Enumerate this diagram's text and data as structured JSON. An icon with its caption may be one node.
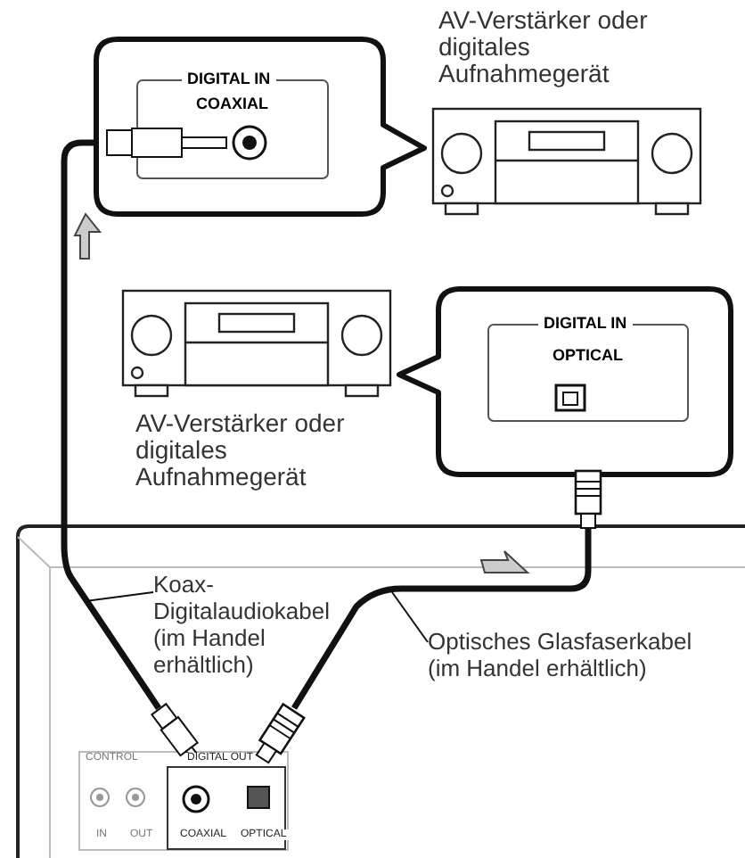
{
  "diagram": {
    "nodes": [
      {
        "text": [
          "DIGITAL IN",
          "COAXIAL"
        ]
      },
      {
        "text": [
          "AV-Verstärker oder digitales Aufnahmegerät"
        ]
      },
      {
        "text": [
          "AV-Verstärker oder digitales Aufnahmegerät"
        ]
      },
      {
        "text": [
          "DIGITAL IN",
          "OPTICAL"
        ]
      },
      {
        "text": [
          "CONTROL",
          "IN",
          "OUT",
          "DIGITAL OUT",
          "COAXIAL",
          "OPTICAL"
        ]
      },
      {
        "text": [
          "Koax-Digitalaudiokabel (im Handel erhältlich)"
        ]
      },
      {
        "text": [
          "Optisches Glasfaserkabel (im Handel erhältlich)"
        ]
      }
    ],
    "edges": [
      {
        "from": 4,
        "to": 0,
        "arrow": "none",
        "style": "thick"
      },
      {
        "from": 4,
        "to": 3,
        "arrow": "none",
        "style": "thick"
      },
      {
        "from": 5,
        "to": null,
        "arrow": "none"
      },
      {
        "from": 6,
        "to": null,
        "arrow": "none"
      }
    ]
  }
}
